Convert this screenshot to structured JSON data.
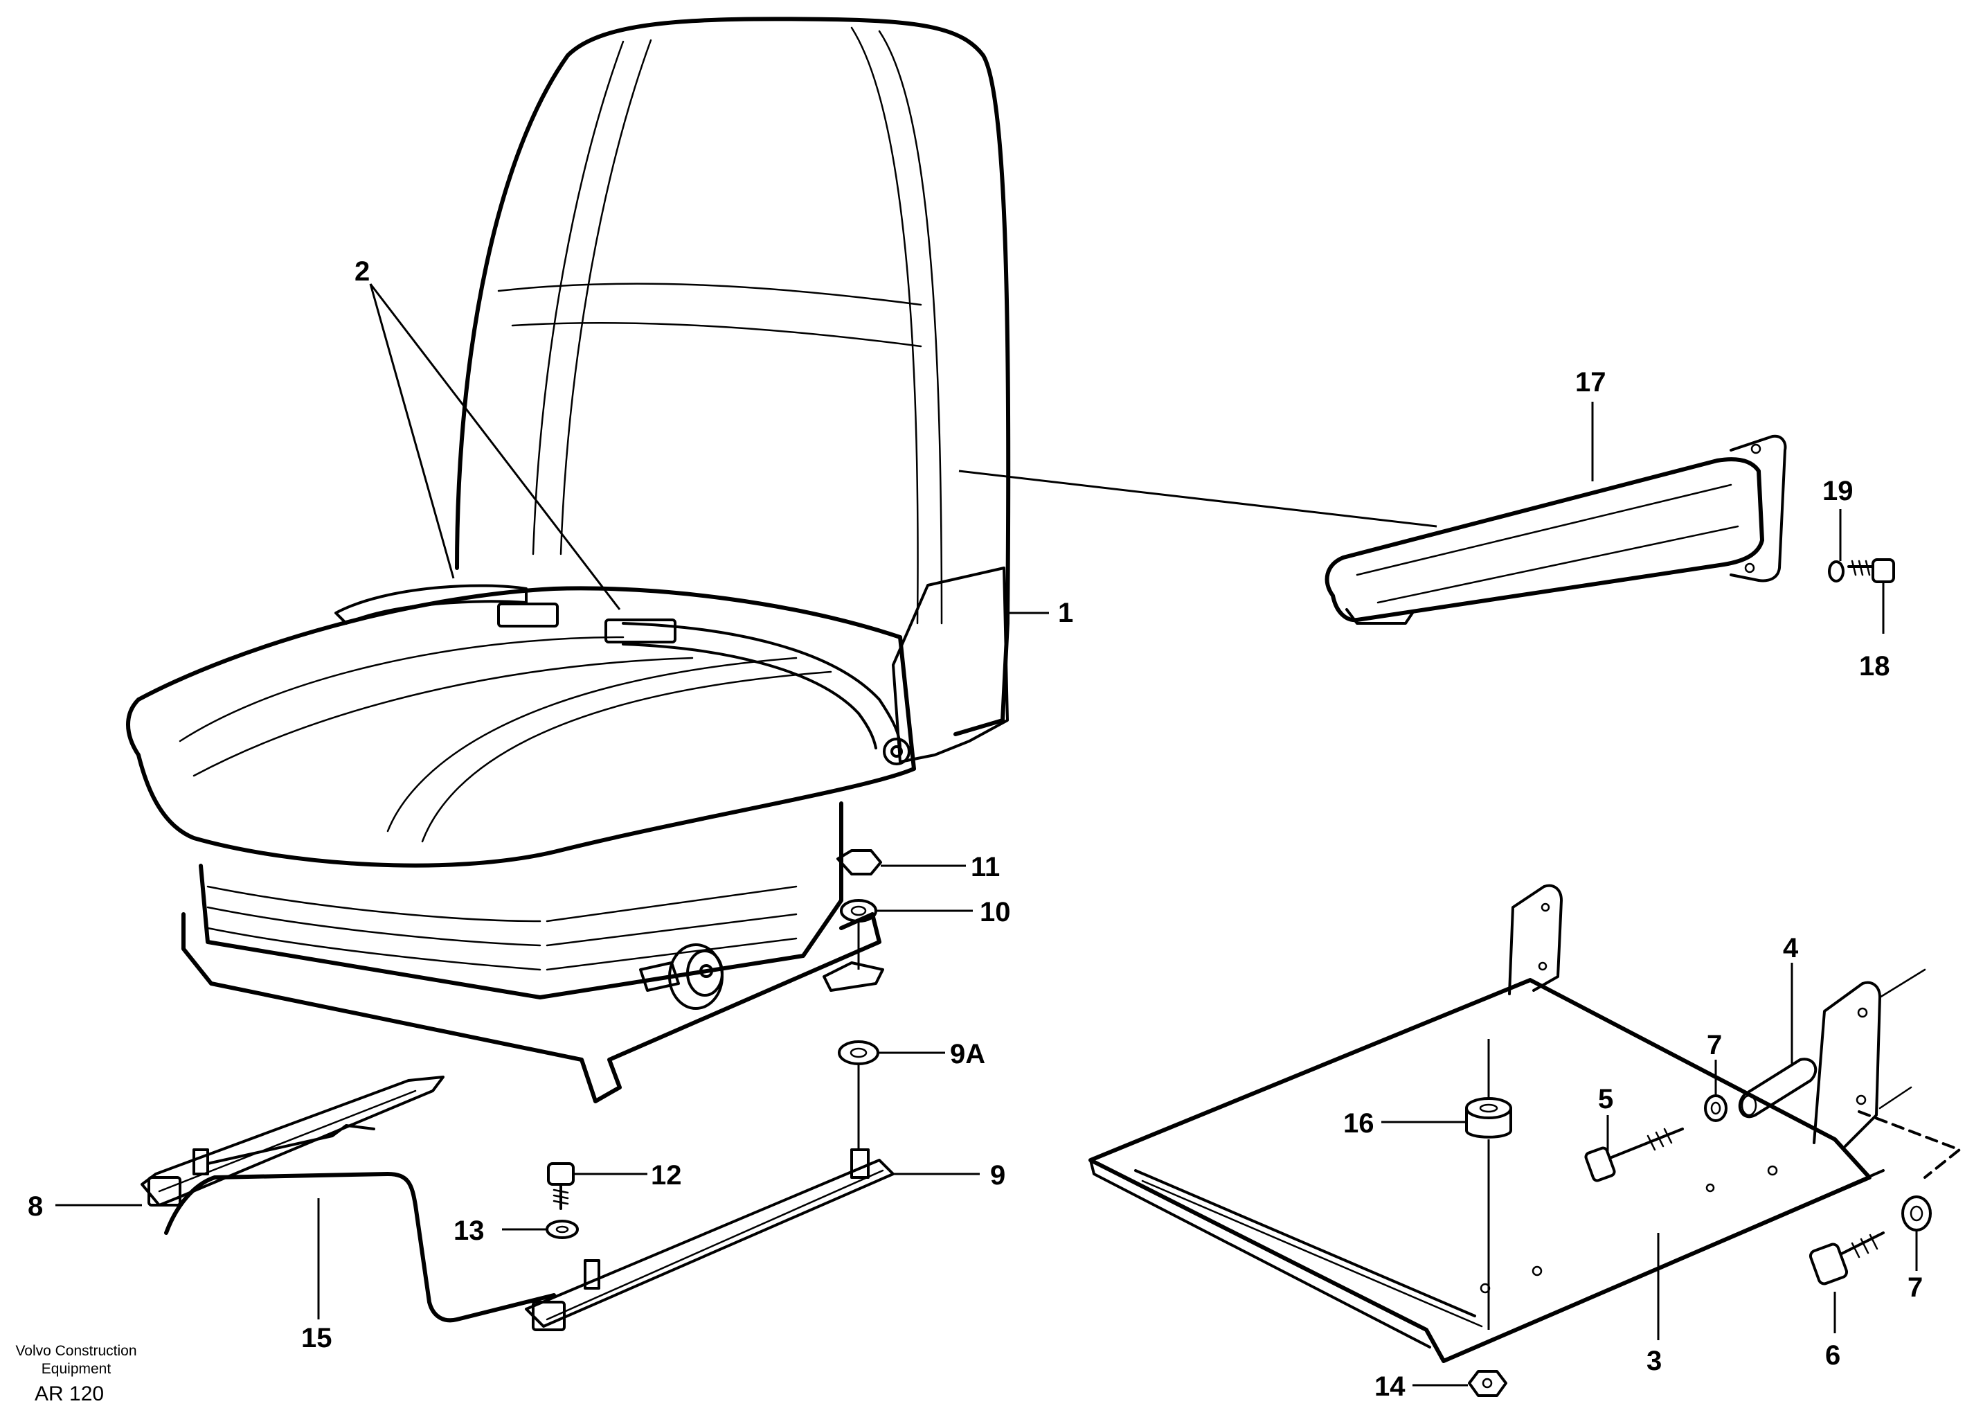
{
  "callouts": {
    "c1": "1",
    "c2": "2",
    "c3": "3",
    "c4": "4",
    "c5": "5",
    "c6": "6",
    "c7a": "7",
    "c7b": "7",
    "c8": "8",
    "c9": "9",
    "c9a": "9A",
    "c10": "10",
    "c11": "11",
    "c12": "12",
    "c13": "13",
    "c14": "14",
    "c15": "15",
    "c16": "16",
    "c17": "17",
    "c18": "18",
    "c19": "19"
  },
  "caption": {
    "line1": "Volvo Construction",
    "line2": "Equipment",
    "ref": "AR 120"
  }
}
